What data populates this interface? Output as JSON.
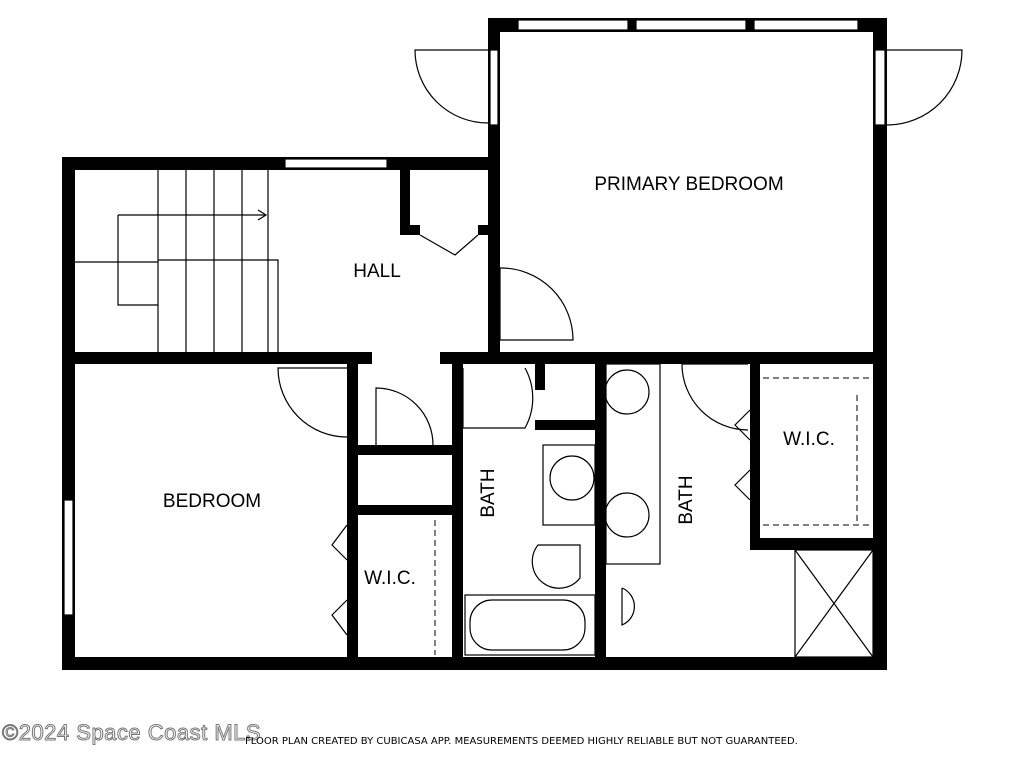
{
  "rooms": {
    "primary_bedroom": "PRIMARY BEDROOM",
    "hall": "HALL",
    "bedroom": "BEDROOM",
    "wic_primary": "W.I.C.",
    "wic_bedroom": "W.I.C.",
    "bath_hall": "BATH",
    "bath_primary": "BATH"
  },
  "footer": {
    "copyright": "©2024 Space Coast MLS",
    "disclaimer": "FLOOR PLAN CREATED BY CUBICASA APP. MEASUREMENTS DEEMED HIGHLY RELIABLE BUT NOT GUARANTEED."
  }
}
